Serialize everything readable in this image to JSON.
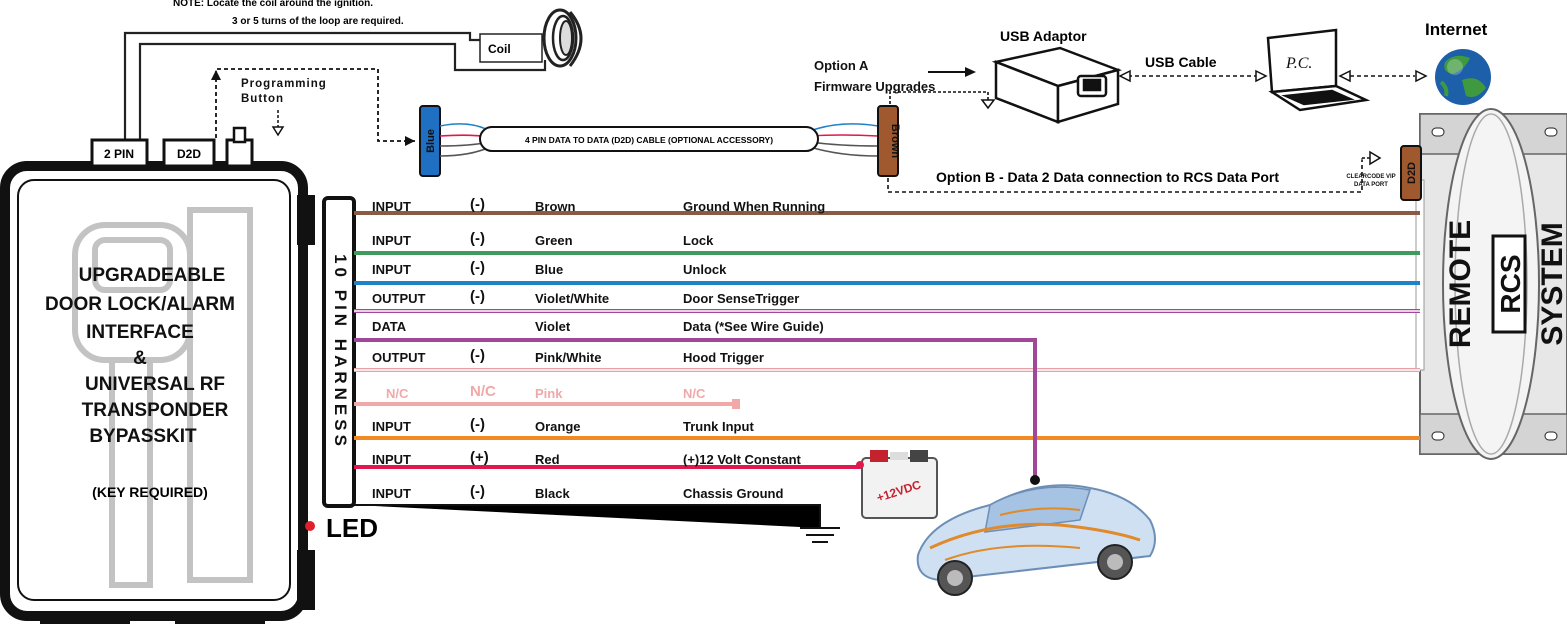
{
  "notes": {
    "line1": "NOTE: Locate the coil around the ignition.",
    "line2": "3 or 5 turns of the loop are required."
  },
  "coil_label": "Coil",
  "module": {
    "connector_2pin": "2 PIN",
    "connector_d2d": "D2D",
    "programming_button": [
      "Programming",
      "Button"
    ],
    "title_lines": [
      "UPGRADEABLE",
      "DOOR LOCK/ALARM",
      "INTERFACE",
      "&",
      "UNIVERSAL RF",
      "TRANSPONDER",
      "BYPASSKIT"
    ],
    "key_note": "(KEY REQUIRED)",
    "led_label": "LED",
    "harness_label": "10 PIN HARNESS"
  },
  "d2d_cable": {
    "label": "4 PIN DATA TO DATA (D2D) CABLE (OPTIONAL ACCESSORY)",
    "left_plug": "Blue",
    "right_plug": "Brown"
  },
  "option_a": {
    "line1": "Option A",
    "line2": "Firmware Upgrades"
  },
  "usb_adaptor": "USB Adaptor",
  "usb_cable": "USB Cable",
  "pc_label": "P.C.",
  "internet": "Internet",
  "option_b": "Option B - Data 2 Data connection to RCS Data Port",
  "rcs": {
    "data_port_line1": "CLEARCODE VIP",
    "data_port_line2": "DATA PORT",
    "d2d_port": "D2D",
    "remote": "REMOTE",
    "rcs": "RCS",
    "system": "SYSTEM"
  },
  "wires": [
    {
      "type": "INPUT",
      "polarity": "(-)",
      "color_name": "Brown",
      "function": "Ground When Running",
      "color": "#8b5a44"
    },
    {
      "type": "INPUT",
      "polarity": "(-)",
      "color_name": "Green",
      "function": "Lock",
      "color": "#3f9a5c"
    },
    {
      "type": "INPUT",
      "polarity": "(-)",
      "color_name": "Blue",
      "function": "Unlock",
      "color": "#1f82c6"
    },
    {
      "type": "OUTPUT",
      "polarity": "(-)",
      "color_name": "Violet/White",
      "function": "Door SenseTrigger",
      "color": "#a0479a"
    },
    {
      "type": "DATA",
      "polarity": "",
      "color_name": "Violet",
      "function": "Data (*See Wire Guide)",
      "color": "#a0479a"
    },
    {
      "type": "OUTPUT",
      "polarity": "(-)",
      "color_name": "Pink/White",
      "function": "Hood Trigger",
      "color": "#e8a1a6"
    },
    {
      "type": "N/C",
      "polarity": "N/C",
      "color_name": "Pink",
      "function": "N/C",
      "color": "#f1a8a8"
    },
    {
      "type": "INPUT",
      "polarity": "(-)",
      "color_name": "Orange",
      "function": "Trunk Input",
      "color": "#f08a24"
    },
    {
      "type": "INPUT",
      "polarity": "(+)",
      "color_name": "Red",
      "function": "(+)12 Volt Constant",
      "color": "#e2174e"
    },
    {
      "type": "INPUT",
      "polarity": "(-)",
      "color_name": "Black",
      "function": "Chassis Ground",
      "color": "#1a1a1a"
    }
  ],
  "battery_label": "+12VDC"
}
